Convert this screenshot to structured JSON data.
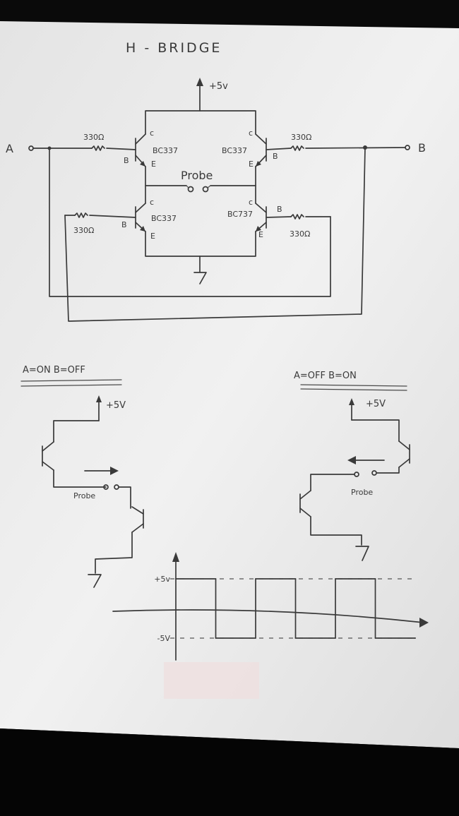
{
  "title": "H - BRIDGE",
  "circuit": {
    "supply": "+5v",
    "terminal_a": "A",
    "terminal_b": "B",
    "transistor_part": "BC337",
    "transistor_part_right_lower": "BC737",
    "resistor_value": "330Ω",
    "probe_label": "Probe",
    "pin_collector": "c",
    "pin_base": "B",
    "pin_emitter": "E"
  },
  "cases": [
    {
      "heading": "A=ON  B=OFF",
      "supply": "+5V",
      "probe": "Probe"
    },
    {
      "heading": "A=OFF  B=ON",
      "supply": "+5V",
      "probe": "Probe"
    }
  ],
  "chart_data": {
    "type": "line",
    "title": "",
    "xlabel": "",
    "ylabel": "",
    "ytick_labels": [
      "+5v",
      "-5V"
    ],
    "ylim": [
      -5,
      5
    ],
    "series": [
      {
        "name": "",
        "x": [
          0,
          1,
          1,
          2,
          2,
          3,
          3,
          4,
          4,
          5,
          5,
          6
        ],
        "values": [
          5,
          5,
          -5,
          -5,
          5,
          5,
          -5,
          -5,
          5,
          5,
          -5,
          -5
        ]
      }
    ]
  }
}
